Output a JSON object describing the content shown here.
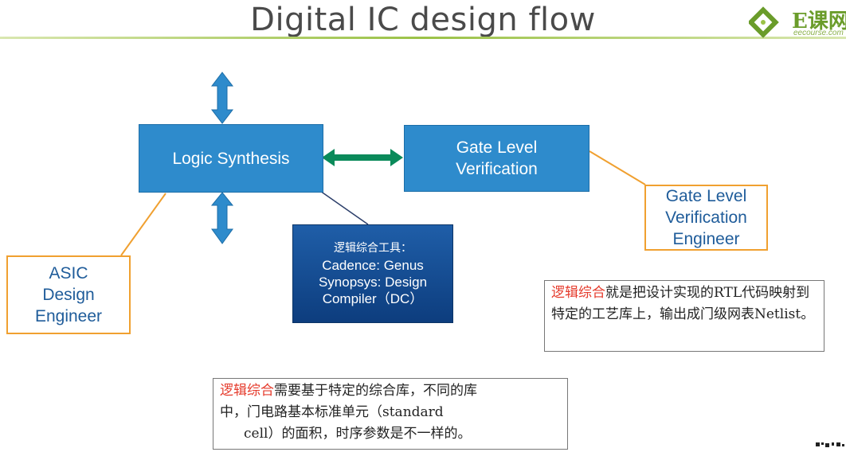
{
  "slide": {
    "title": "Digital IC design flow",
    "logo": {
      "text": "E课网",
      "sub": "eecourse.com"
    },
    "boxes": {
      "logic_synthesis": "Logic Synthesis",
      "gate_level_verification": [
        "Gate Level",
        "Verification"
      ]
    },
    "tools": {
      "heading": "逻辑综合工具：",
      "lines": [
        "Cadence: Genus",
        "Synopsys: Design",
        "Compiler（DC）"
      ]
    },
    "roles": {
      "asic_engineer": [
        "ASIC",
        "Design",
        "Engineer"
      ],
      "gate_level_engineer": [
        "Gate Level",
        "Verification",
        "Engineer"
      ]
    },
    "notes": {
      "right": {
        "highlight": "逻辑综合",
        "text": "就是把设计实现的RTL代码映射到特定的工艺库上，输出成门级网表Netlist。"
      },
      "bottom": {
        "highlight": "逻辑综合",
        "line1": "需要基于特定的综合库，不同的库",
        "line2": "中，门电路基本标准单元（standard",
        "line3": "cell）的面积，时序参数是不一样的。"
      }
    },
    "colors": {
      "box_blue": "#2e8bcc",
      "tools_navy": "#0d3d7e",
      "connector_green": "#0a8a5a",
      "role_border": "#f0a030",
      "highlight_red": "#e53b2c"
    }
  }
}
